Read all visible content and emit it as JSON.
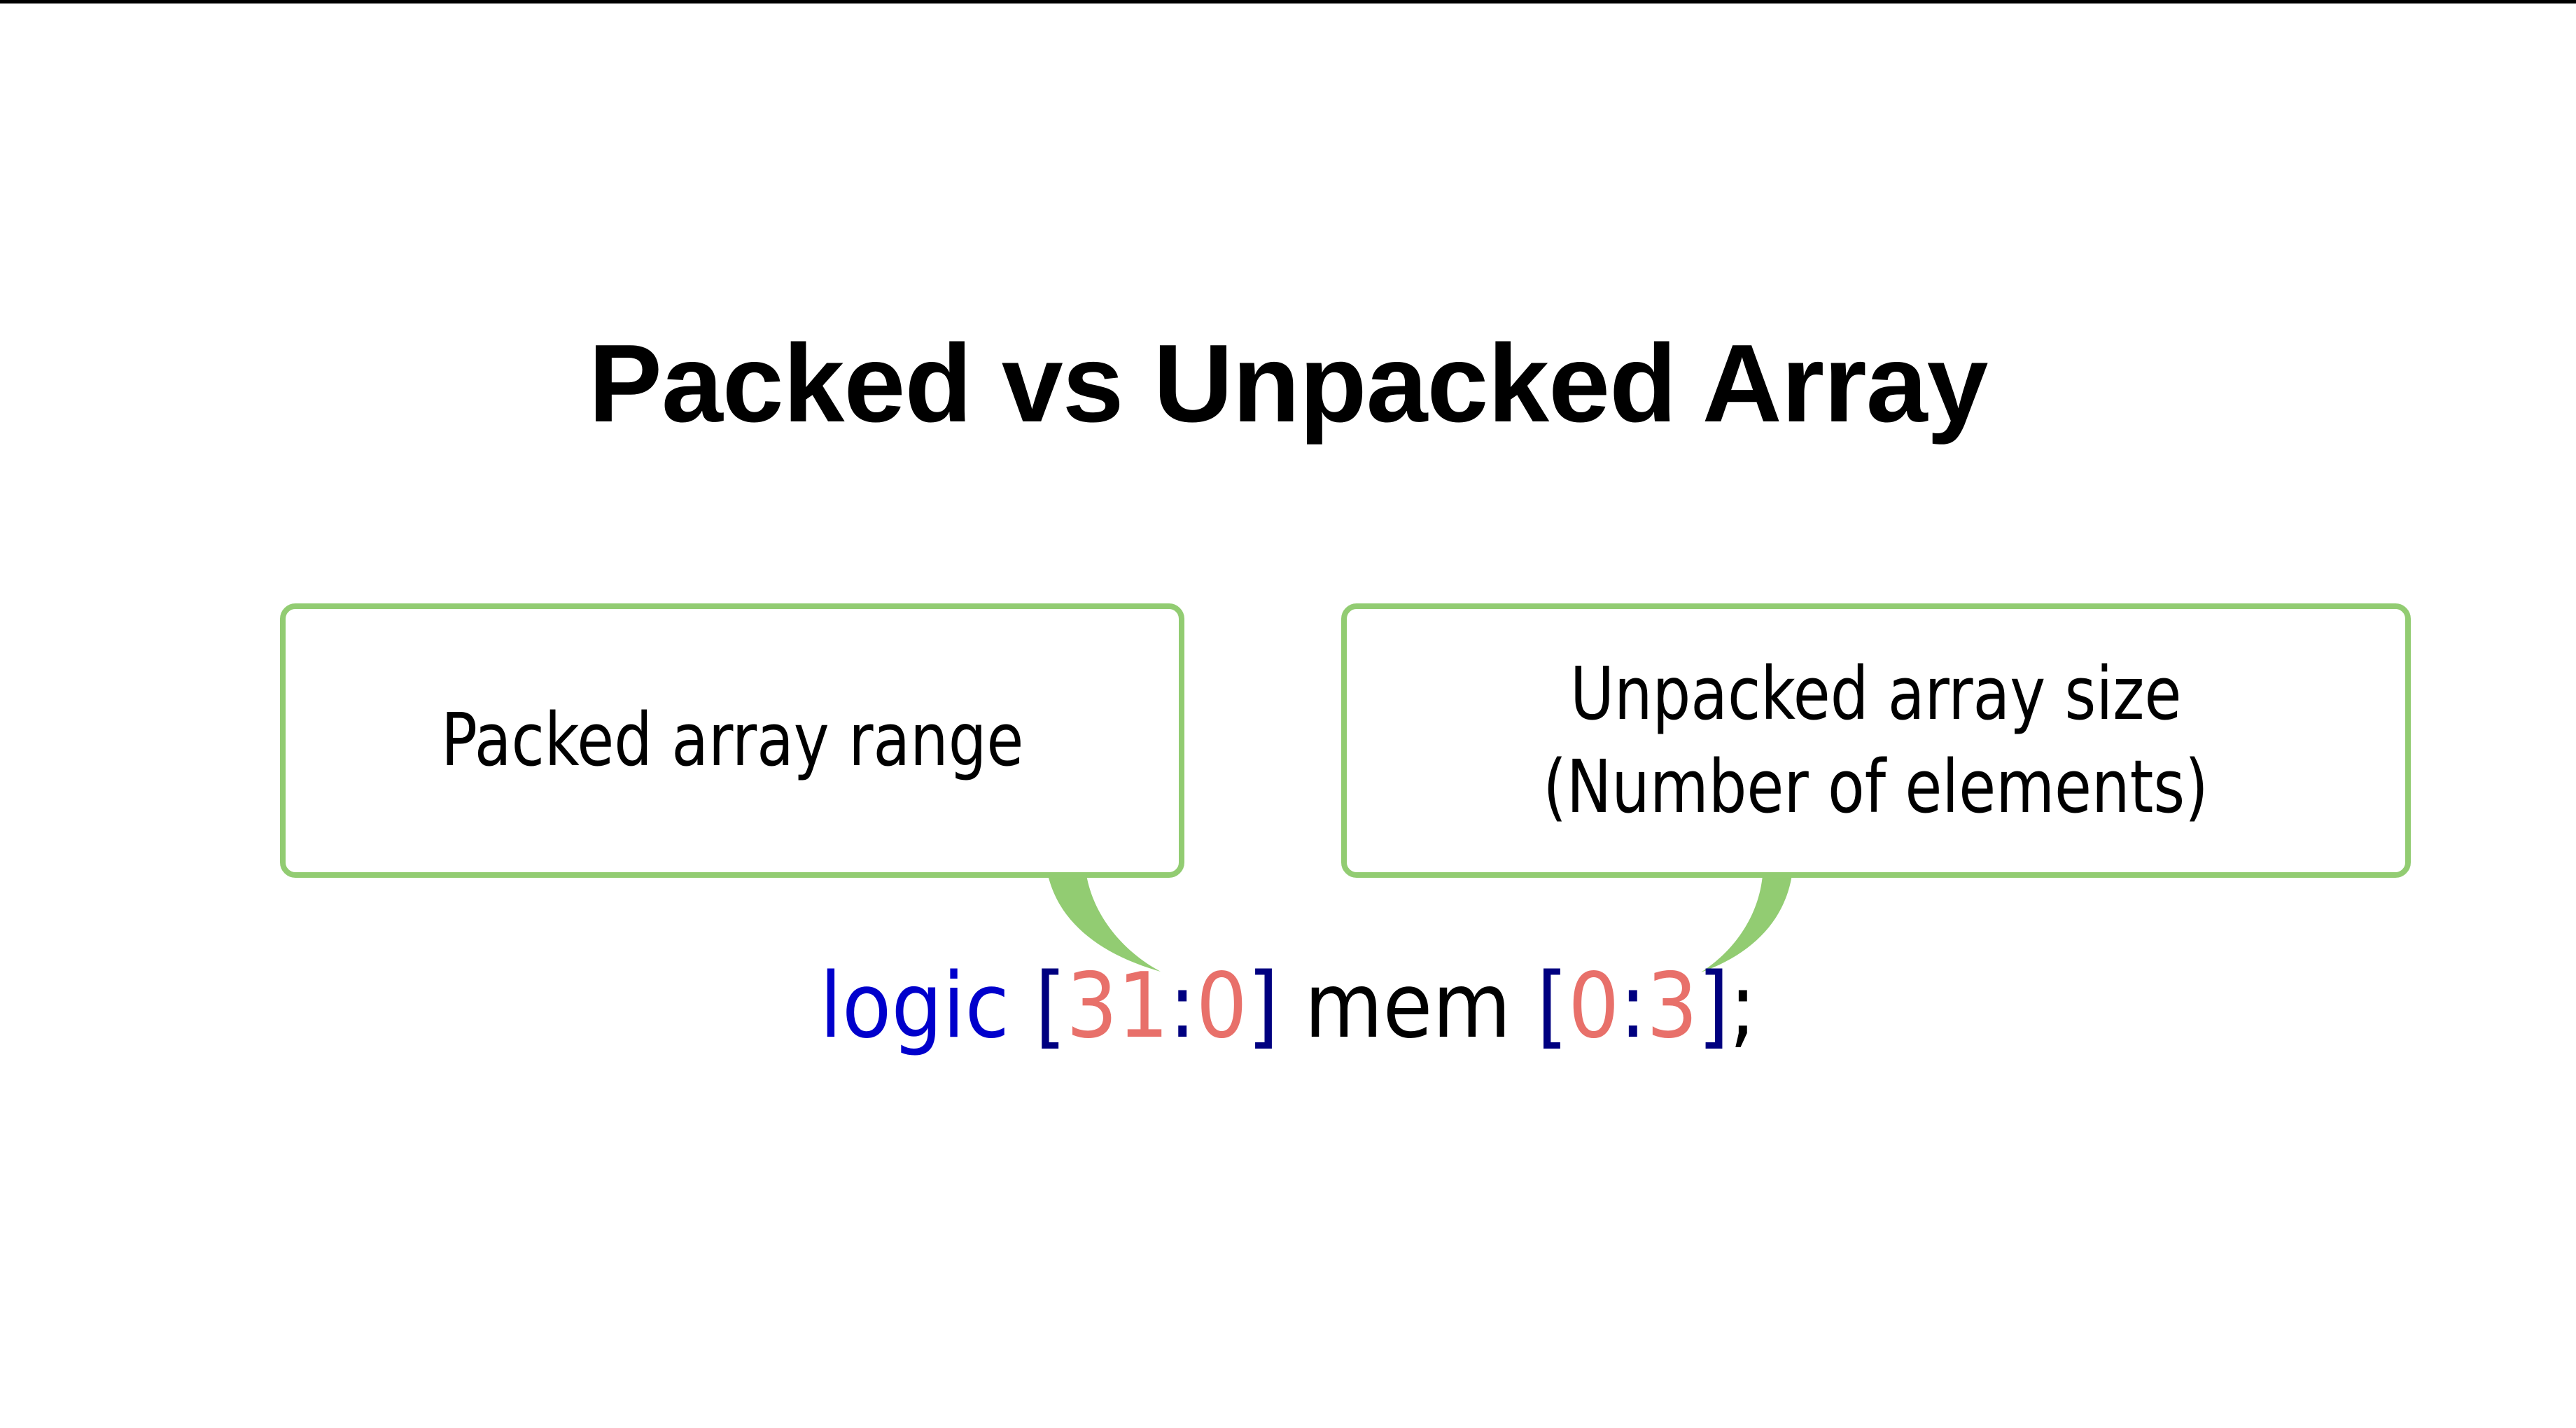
{
  "slide": {
    "title": "Packed vs Unpacked Array",
    "background_color": "#ffffff",
    "top_rule_color": "#000000"
  },
  "callouts": {
    "accent_color": "#92cc72",
    "packed": {
      "line1": "Packed array range"
    },
    "unpacked": {
      "line1": "Unpacked array size",
      "line2": "(Number of elements)"
    }
  },
  "code": {
    "full_text": "logic [31:0] mem [0:3];",
    "keyword": "logic",
    "space1": " ",
    "packed_open": "[",
    "packed_msb": "31",
    "packed_colon": ":",
    "packed_lsb": "0",
    "packed_close": "]",
    "space2": " ",
    "identifier": "mem",
    "space3": " ",
    "unpacked_open": "[",
    "unpacked_first": "0",
    "unpacked_colon": ":",
    "unpacked_last": "3",
    "unpacked_close": "]",
    "terminator": ";",
    "colors": {
      "keyword": "#0000cc",
      "bracket": "#000080",
      "colon": "#000080",
      "range": "#e8706a",
      "identifier": "#000000",
      "terminator": "#000000"
    }
  }
}
